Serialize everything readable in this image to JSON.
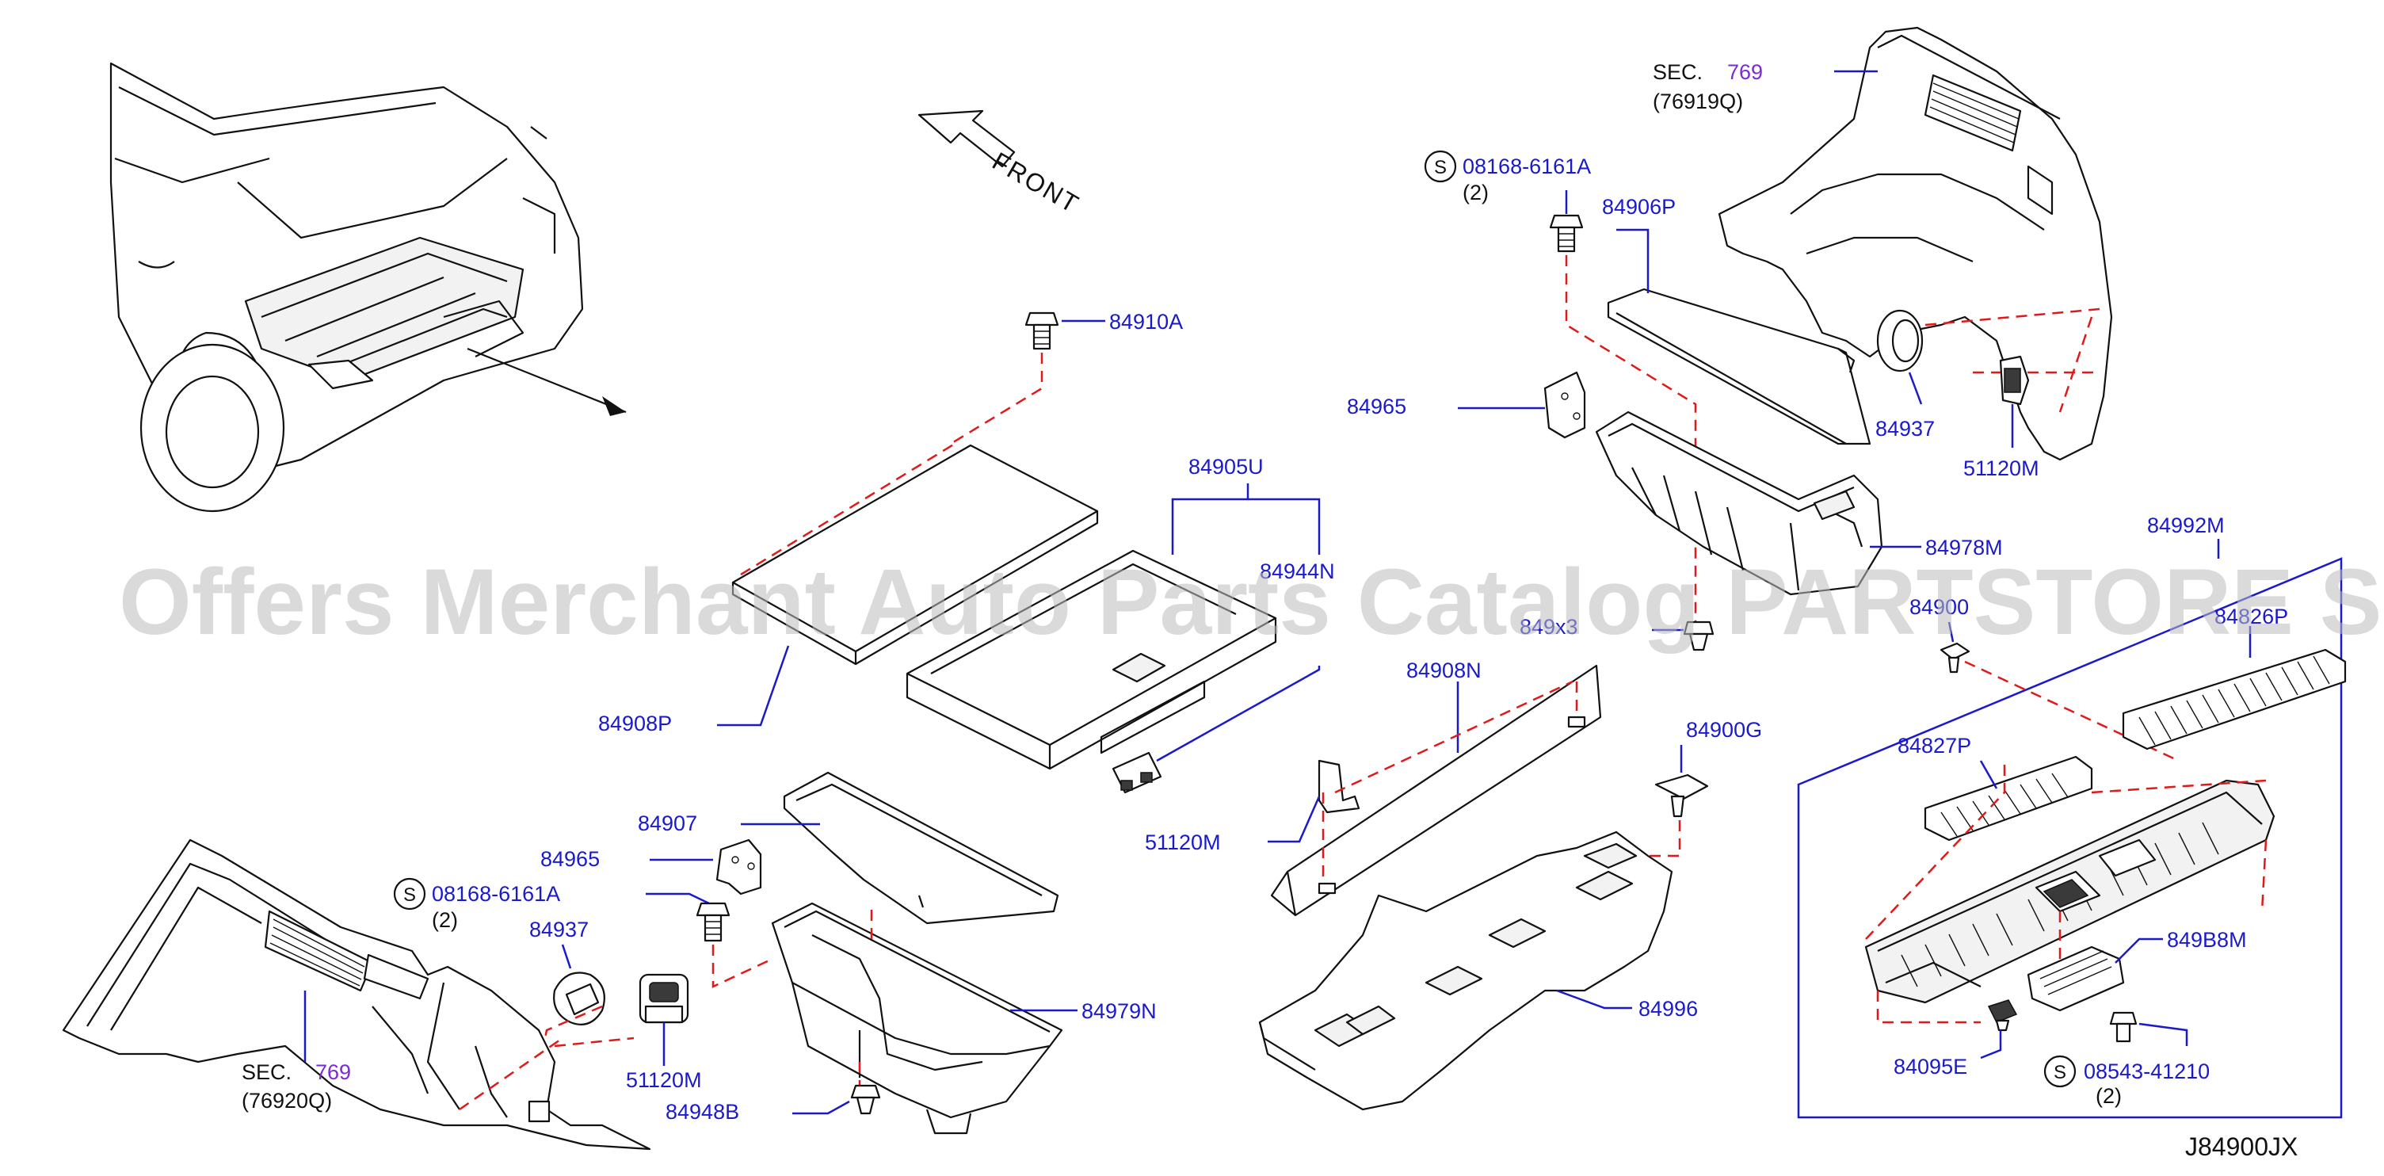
{
  "watermark": "Offers Merchant Auto Parts Catalog PARTSTORE SA",
  "front_label": "FRONT",
  "diagram_code": "J84900JX",
  "symbol_s": "S",
  "sec_label": "SEC.",
  "sec_top": {
    "number": "769",
    "ref": "(76919Q)"
  },
  "sec_bottom": {
    "number": "769",
    "ref": "(76920Q)"
  },
  "parts": {
    "p84910A": "84910A",
    "p84905U": "84905U",
    "p84944N": "84944N",
    "p84908P": "84908P",
    "p84907": "84907",
    "p84965_left": "84965",
    "p08168_left": "08168-6161A",
    "p08168_left_qty": "(2)",
    "p84937_left": "84937",
    "p51120M_left": "51120M",
    "p84979N": "84979N",
    "p84948B": "84948B",
    "p51120M_mid": "51120M",
    "p08168_top": "08168-6161A",
    "p08168_top_qty": "(2)",
    "p84906P": "84906P",
    "p84965_right": "84965",
    "p84978M": "84978M",
    "p849x3": "849x3",
    "p84908N": "84908N",
    "p84900G": "84900G",
    "p84996": "84996",
    "p84937_right": "84937",
    "p51120M_right": "51120M",
    "p84992M": "84992M",
    "p84900x": "84900",
    "p84826P": "84826P",
    "p84827P": "84827P",
    "p849B8M": "849B8M",
    "p84095E": "84095E",
    "p08543": "08543-41210",
    "p08543_qty": "(2)"
  }
}
